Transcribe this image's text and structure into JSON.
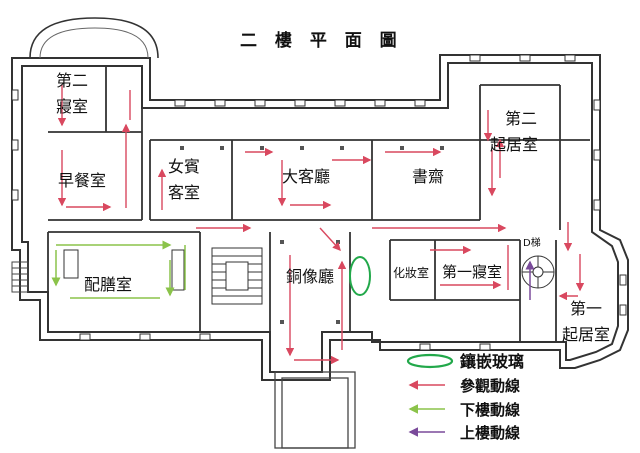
{
  "title": "二 樓 平 面 圖",
  "rooms": {
    "second_bedroom": [
      "第二",
      "寢室"
    ],
    "breakfast_room": "早餐室",
    "ladies_parlor": [
      "女賓",
      "客室"
    ],
    "grand_salon": "大客廳",
    "study": "書齋",
    "second_sitting_room": [
      "第二",
      "起居室"
    ],
    "pantry": "配膳室",
    "bronze_hall": "銅像廳",
    "dressing_room": "化妝室",
    "first_bedroom": "第一寢室",
    "d_stair": "D梯",
    "first_sitting_room": [
      "第一",
      "起居室"
    ]
  },
  "legend": {
    "stained_glass": "鑲嵌玻璃",
    "tour_route": "參觀動線",
    "down_route": "下樓動線",
    "up_route": "上樓動線"
  },
  "colors": {
    "tour": "#d9485f",
    "down": "#8bc34a",
    "up": "#7a4a9a",
    "glass": "#22a84a",
    "wall": "#333333"
  }
}
